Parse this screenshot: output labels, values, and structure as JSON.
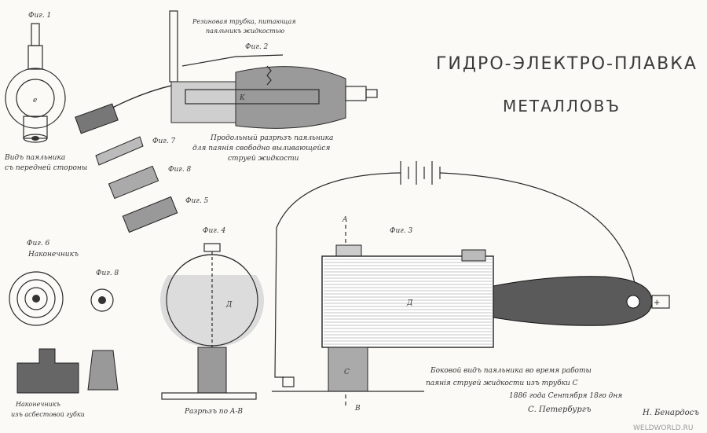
{
  "title": {
    "line1": "ГИДРО-ЭЛЕКТРО-ПЛАВКА",
    "line2": "МЕТАЛЛОВЪ"
  },
  "fig1": {
    "caption_a": "Видъ паяльника",
    "caption_b": "съ передней стороны"
  },
  "fig2": {
    "note_a": "Резиновая трубка, питающая",
    "note_b": "паяльникъ жидкостью",
    "caption_a": "Продольный разрѣзъ паяльника",
    "caption_b": "для паянія свободно выливающейся",
    "caption_c": "струей жидкости"
  },
  "fig3": {
    "caption_a": "Боковой видъ паяльника во время работы",
    "caption_b": "паянія струей жидкости изъ трубки С",
    "date": "1886 года Сентября 18го дня",
    "city": "С. Петербургъ"
  },
  "fig4": {
    "caption": "Разрѣзъ по A-B"
  },
  "fig6": {
    "label": "Наконечникъ"
  },
  "fig7": {
    "caption_a": "Наконечникъ",
    "caption_b": "изъ асбестовой губки"
  },
  "signature": "Н. Бенардосъ",
  "watermark": "WELDWORLD.RU",
  "fig_labels": {
    "f1": "Фиг. 1",
    "f2": "Фиг. 2",
    "f3": "Фиг. 3",
    "f4": "Фиг. 4",
    "f5": "Фиг. 5",
    "f6": "Фиг. 6",
    "f7": "Фиг. 7",
    "f8": "Фиг. 8"
  },
  "letters": {
    "A": "A",
    "B": "B",
    "C": "C",
    "K": "K",
    "D": "Д",
    "e": "e"
  }
}
